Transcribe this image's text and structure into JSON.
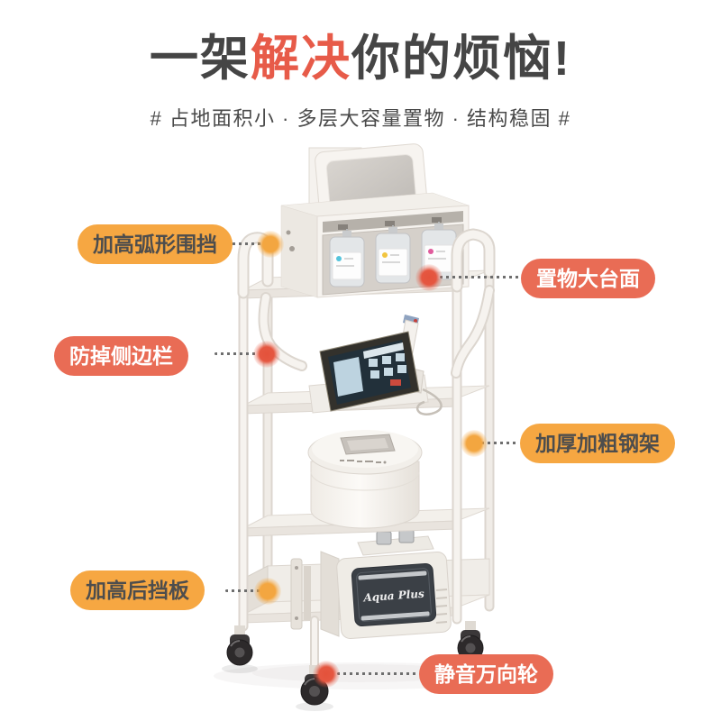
{
  "header": {
    "title_part1": "一架",
    "title_highlight": "解决",
    "title_part2": "你的烦恼!",
    "subtitle": "# 占地面积小 · 多层大容量置物 · 结构稳固 #"
  },
  "callouts": [
    {
      "label": "加高弧形围挡",
      "variant": "orange",
      "side": "left"
    },
    {
      "label": "置物大台面",
      "variant": "coral",
      "side": "right"
    },
    {
      "label": "防掉侧边栏",
      "variant": "coral",
      "side": "left"
    },
    {
      "label": "加厚加粗钢架",
      "variant": "orange",
      "side": "right"
    },
    {
      "label": "加高后挡板",
      "variant": "orange",
      "side": "left"
    },
    {
      "label": "静音万向轮",
      "variant": "coral",
      "side": "bottom"
    }
  ],
  "product": {
    "type": "four-tier-salon-trolley",
    "bottom_machine_label": "Aqua Plus"
  },
  "colors": {
    "background": "#FFFFFF",
    "title_text": "#454545",
    "title_highlight": "#E75B49",
    "subtitle_text": "#4A4A4A",
    "pill_orange": "#F6A742",
    "pill_orange_text": "#4D4D4D",
    "pill_coral": "#E96C55",
    "pill_coral_text": "#FFFFFF",
    "dot_orange": "#F3A640",
    "dot_coral": "#E55741",
    "frame_white": "#F6F3EF",
    "wheel_black": "#2D2A2B"
  }
}
